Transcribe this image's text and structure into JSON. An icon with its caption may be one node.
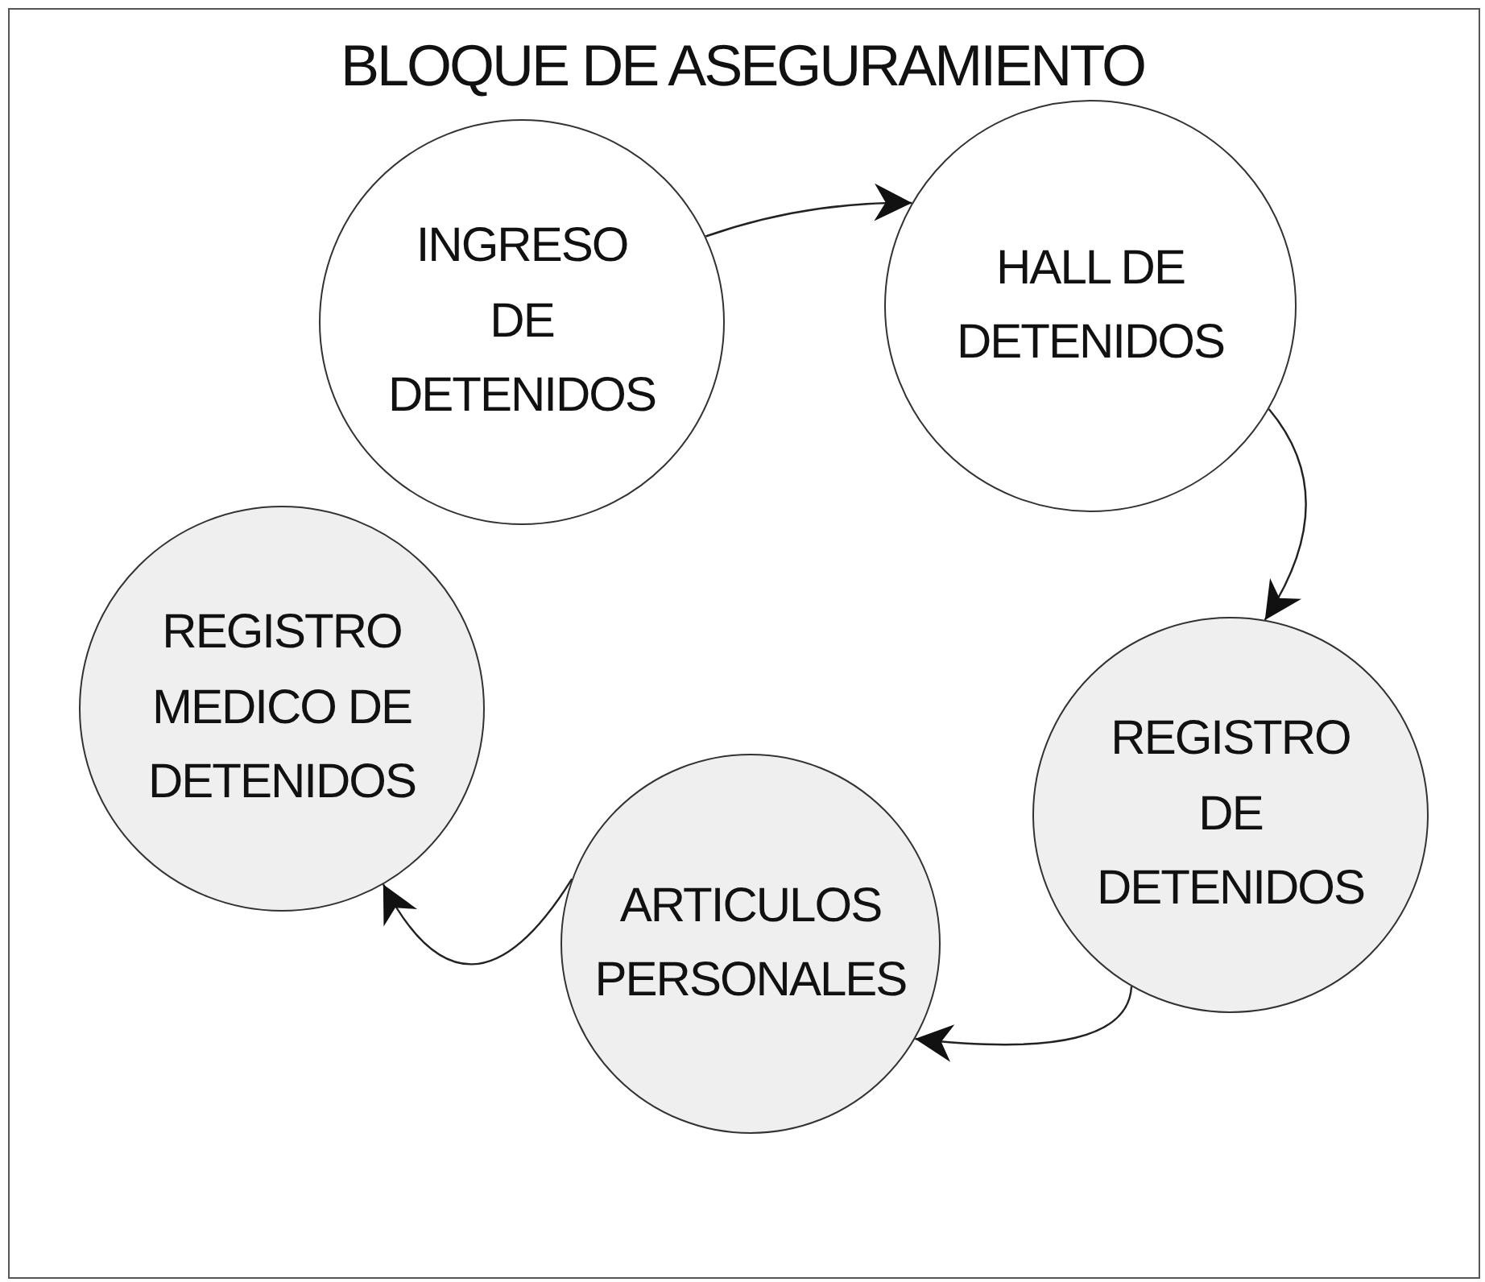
{
  "diagram": {
    "title": "BLOQUE DE ASEGURAMIENTO",
    "nodes": [
      {
        "text": [
          "INGRESO DE DETENIDOS"
        ]
      },
      {
        "text": [
          "HALL DE DETENIDOS"
        ]
      },
      {
        "text": [
          "REGISTRO DE DETENIDOS"
        ]
      },
      {
        "text": [
          "ARTICULOS PERSONALES"
        ]
      },
      {
        "text": [
          "REGISTRO MEDICO DE DETENIDOS"
        ]
      }
    ],
    "edges": [
      {
        "from": 0,
        "to": 1,
        "arrow": "to"
      },
      {
        "from": 1,
        "to": 2,
        "arrow": "to"
      },
      {
        "from": 2,
        "to": 3,
        "arrow": "to"
      },
      {
        "from": 3,
        "to": 4,
        "arrow": "to"
      }
    ]
  }
}
